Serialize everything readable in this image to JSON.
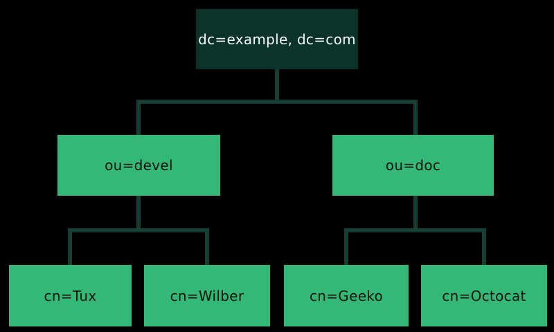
{
  "diagram": {
    "type": "tree",
    "description": "LDAP directory information tree",
    "colors": {
      "background": "#000000",
      "root_fill": "#0c332a",
      "node_fill": "#33b877",
      "connector": "#173e33",
      "root_text": "#f5f8f6",
      "node_text": "#06130d"
    },
    "nodes": {
      "root": {
        "label": "dc=example, dc=com",
        "level": 0
      },
      "devel": {
        "label": "ou=devel",
        "level": 1
      },
      "doc": {
        "label": "ou=doc",
        "level": 1
      },
      "tux": {
        "label": "cn=Tux",
        "level": 2
      },
      "wilber": {
        "label": "cn=Wilber",
        "level": 2
      },
      "geeko": {
        "label": "cn=Geeko",
        "level": 2
      },
      "octocat": {
        "label": "cn=Octocat",
        "level": 2
      }
    },
    "hierarchy": [
      {
        "parent": "dc=example, dc=com",
        "children": [
          "ou=devel",
          "ou=doc"
        ]
      },
      {
        "parent": "ou=devel",
        "children": [
          "cn=Tux",
          "cn=Wilber"
        ]
      },
      {
        "parent": "ou=doc",
        "children": [
          "cn=Geeko",
          "cn=Octocat"
        ]
      }
    ]
  }
}
